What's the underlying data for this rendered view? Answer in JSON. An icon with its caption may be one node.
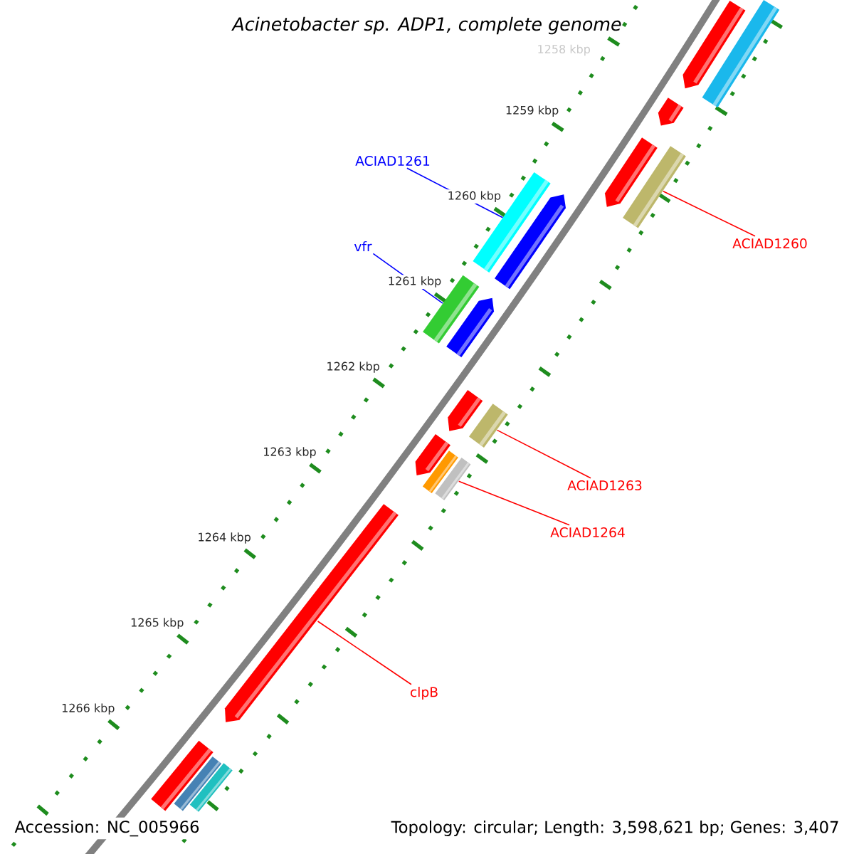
{
  "diagram": {
    "title": "Acinetobacter sp. ADP1, complete genome",
    "nodes": [
      {
        "text": [],
        "shape": "pentagon"
      },
      {
        "text": [],
        "shape": "bar"
      },
      {
        "text": [],
        "shape": "pentagon"
      },
      {
        "text": [
          "ACIAD1261"
        ]
      },
      {
        "text": [],
        "shape": "pentagon"
      },
      {
        "text": [],
        "shape": "bar"
      },
      {
        "text": [],
        "shape": "bar"
      },
      {
        "text": [],
        "shape": "pentagon"
      },
      {
        "text": [
          "ACIAD1260"
        ]
      },
      {
        "text": [
          "vfr"
        ]
      },
      {
        "text": [],
        "shape": "bar"
      },
      {
        "text": [],
        "shape": "pentagon"
      },
      {
        "text": [],
        "shape": "pentagon"
      },
      {
        "text": [],
        "shape": "bar"
      },
      {
        "text": [],
        "shape": "pentagon"
      },
      {
        "text": [],
        "shape": "bar"
      },
      {
        "text": [],
        "shape": "bar"
      },
      {
        "text": [
          "ACIAD1263"
        ]
      },
      {
        "text": [
          "ACIAD1264"
        ]
      },
      {
        "text": [],
        "shape": "pentagon"
      },
      {
        "text": [
          "clpB"
        ]
      },
      {
        "text": [],
        "shape": "bar"
      },
      {
        "text": [],
        "shape": "bar"
      },
      {
        "text": [],
        "shape": "bar"
      }
    ],
    "edges": [
      {
        "from": 3,
        "to": 6,
        "arrow": "none",
        "color": "#0000ff"
      },
      {
        "from": 8,
        "to": 5,
        "arrow": "none"
      },
      {
        "from": 9,
        "to": 10,
        "arrow": "none",
        "color": "#0000ff"
      },
      {
        "from": 17,
        "to": 13,
        "arrow": "none"
      },
      {
        "from": 18,
        "to": 16,
        "arrow": "none"
      },
      {
        "from": 20,
        "to": 19,
        "arrow": "none"
      }
    ],
    "labels": [
      "1258 kbp",
      "1259 kbp",
      "1260 kbp",
      "1261 kbp",
      "1262 kbp",
      "1263 kbp",
      "1264 kbp",
      "1265 kbp",
      "1266 kbp",
      "Accession: NC_005966",
      "Topology: circular; Length: 3,598,621 bp; Genes: 3,407"
    ]
  }
}
